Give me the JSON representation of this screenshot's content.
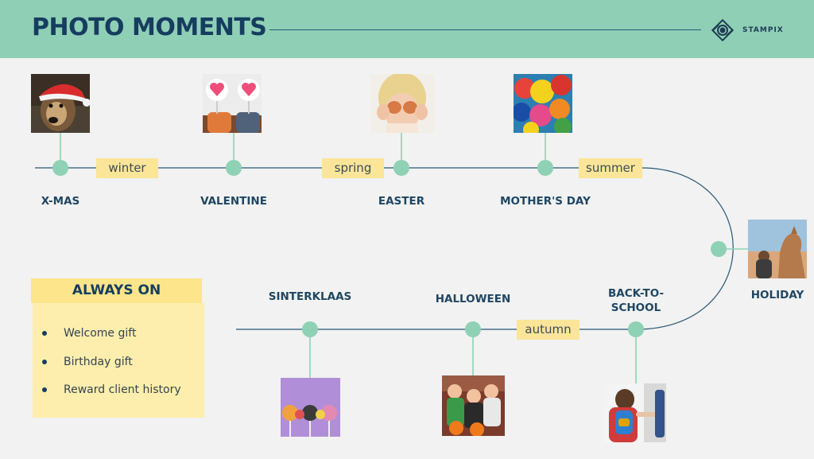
{
  "header": {
    "title": "PHOTO MOMENTS",
    "brand": "STAMPIX",
    "background": "#8fcfb6",
    "title_color": "#163d5f"
  },
  "colors": {
    "line": "#2a5676",
    "node": "#8fd1b5",
    "season_bg": "#fbe598",
    "always_on_head": "#fde58b",
    "always_on_panel": "#fdeead"
  },
  "moments": [
    {
      "label": "X-MAS",
      "photo_icon": "dog-santa-hat-photo"
    },
    {
      "label": "VALENTINE",
      "photo_icon": "heart-lollipops-photo"
    },
    {
      "label": "EASTER",
      "photo_icon": "girl-egg-eyes-photo"
    },
    {
      "label": "MOTHER'S DAY",
      "photo_icon": "balloons-photo"
    },
    {
      "label": "HOLIDAY",
      "photo_icon": "camel-desert-photo"
    },
    {
      "label": "BACK-TO-\nSCHOOL",
      "photo_icon": "child-backpack-photo"
    },
    {
      "label": "HALLOWEEN",
      "photo_icon": "costumed-kids-photo"
    },
    {
      "label": "SINTERKLAAS",
      "photo_icon": "lollipops-photo"
    }
  ],
  "seasons": [
    "winter",
    "spring",
    "summer",
    "autumn"
  ],
  "always_on": {
    "title": "ALWAYS ON",
    "items": [
      "Welcome gift",
      "Birthday gift",
      "Reward client history"
    ]
  }
}
